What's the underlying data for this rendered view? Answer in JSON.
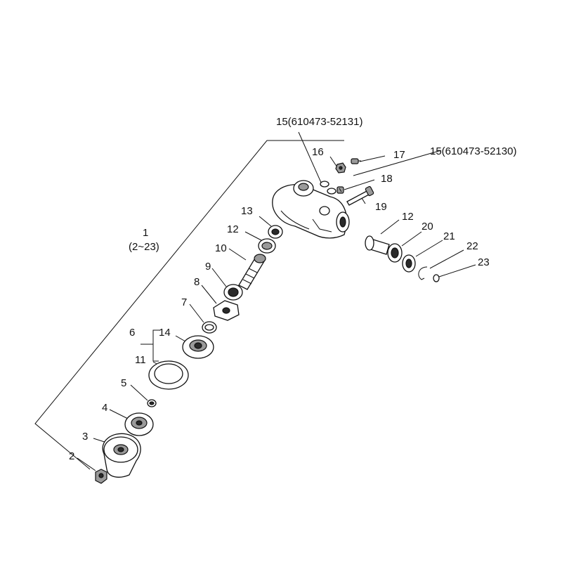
{
  "diagram": {
    "assembly": {
      "number": "1",
      "range": "(2~23)"
    },
    "group_label": "6",
    "callouts": [
      {
        "id": "c15a",
        "text": "15(610473-52131)"
      },
      {
        "id": "c16",
        "text": "16"
      },
      {
        "id": "c17",
        "text": "17"
      },
      {
        "id": "c15b",
        "text": "15(610473-52130)"
      },
      {
        "id": "c18",
        "text": "18"
      },
      {
        "id": "c19",
        "text": "19"
      },
      {
        "id": "c13",
        "text": "13"
      },
      {
        "id": "c12a",
        "text": "12"
      },
      {
        "id": "c12b",
        "text": "12"
      },
      {
        "id": "c20",
        "text": "20"
      },
      {
        "id": "c21",
        "text": "21"
      },
      {
        "id": "c22",
        "text": "22"
      },
      {
        "id": "c23",
        "text": "23"
      },
      {
        "id": "c10",
        "text": "10"
      },
      {
        "id": "c9",
        "text": "9"
      },
      {
        "id": "c8",
        "text": "8"
      },
      {
        "id": "c7",
        "text": "7"
      },
      {
        "id": "c14",
        "text": "14"
      },
      {
        "id": "c11",
        "text": "11"
      },
      {
        "id": "c5",
        "text": "5"
      },
      {
        "id": "c4",
        "text": "4"
      },
      {
        "id": "c3",
        "text": "3"
      },
      {
        "id": "c2",
        "text": "2"
      }
    ]
  }
}
